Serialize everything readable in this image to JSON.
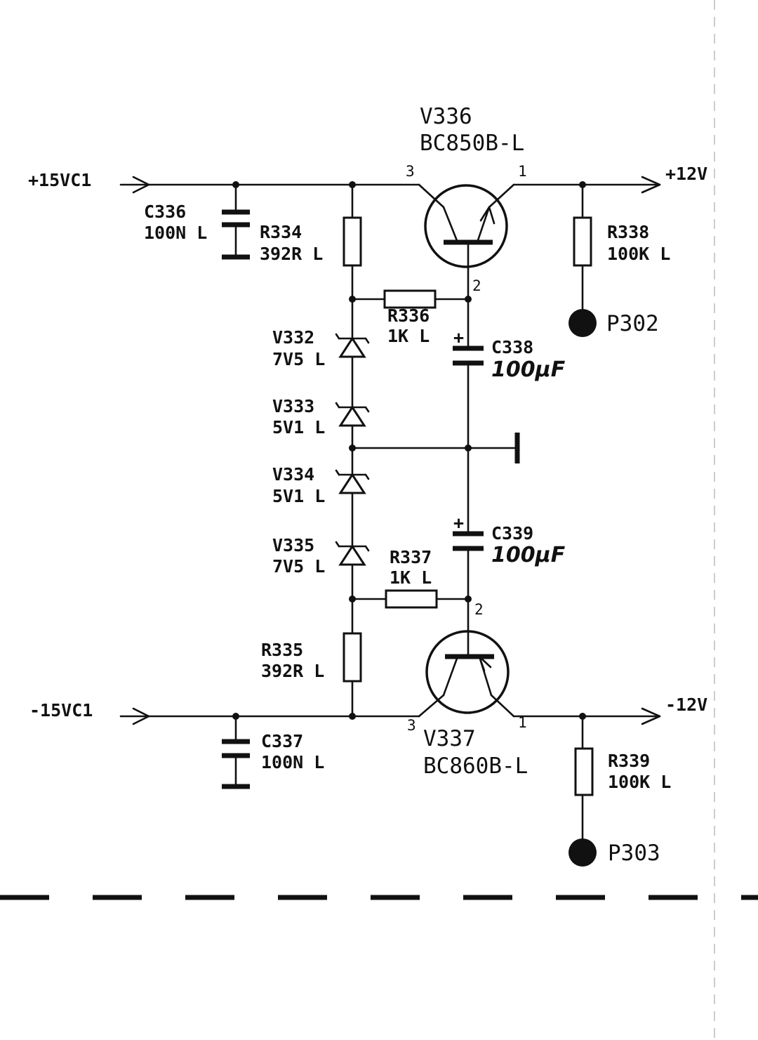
{
  "nets": {
    "pos_in": "+15VC1",
    "neg_in": "-15VC1",
    "pos_out": "+12V",
    "neg_out": "-12V"
  },
  "transistors": {
    "upper": {
      "ref": "V336",
      "part": "BC850B-L",
      "pin_collector": "3",
      "pin_emitter": "1",
      "pin_base": "2"
    },
    "lower": {
      "ref": "V337",
      "part": "BC860B-L",
      "pin_collector": "3",
      "pin_emitter": "1",
      "pin_base": "2"
    }
  },
  "capacitors": {
    "c336": {
      "ref": "C336",
      "value": "100N L"
    },
    "c337": {
      "ref": "C337",
      "value": "100N L"
    },
    "c338": {
      "ref": "C338",
      "value": "100µF",
      "polarity": "+"
    },
    "c339": {
      "ref": "C339",
      "value": "100µF",
      "polarity": "+"
    }
  },
  "resistors": {
    "r334": {
      "ref": "R334",
      "value": "392R L"
    },
    "r335": {
      "ref": "R335",
      "value": "392R L"
    },
    "r336": {
      "ref": "R336",
      "value": "1K L"
    },
    "r337": {
      "ref": "R337",
      "value": "1K L"
    },
    "r338": {
      "ref": "R338",
      "value": "100K L"
    },
    "r339": {
      "ref": "R339",
      "value": "100K L"
    }
  },
  "zeners": {
    "v332": {
      "ref": "V332",
      "value": "7V5 L"
    },
    "v333": {
      "ref": "V333",
      "value": "5V1 L"
    },
    "v334": {
      "ref": "V334",
      "value": "5V1 L"
    },
    "v335": {
      "ref": "V335",
      "value": "7V5 L"
    }
  },
  "test_points": {
    "p302": "P302",
    "p303": "P303"
  }
}
